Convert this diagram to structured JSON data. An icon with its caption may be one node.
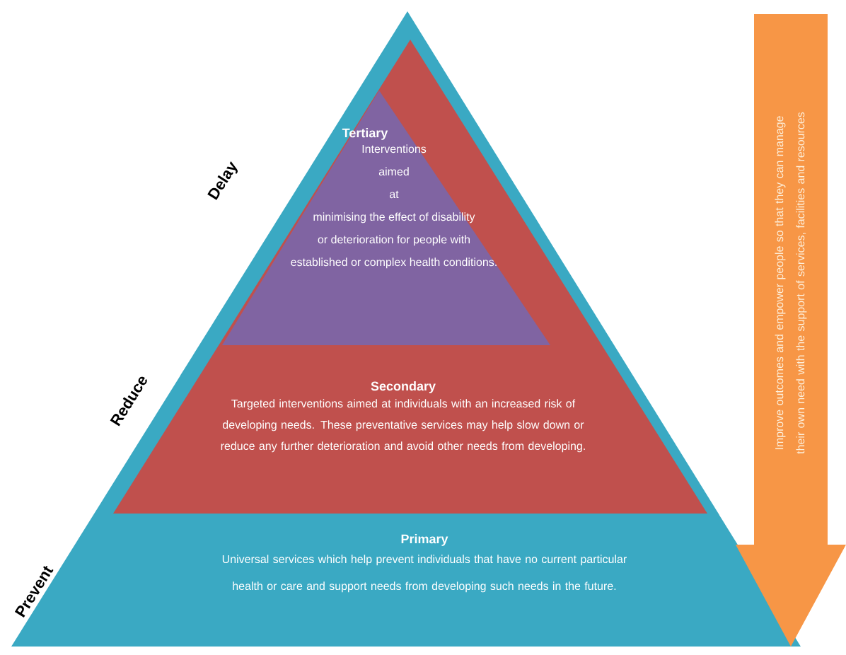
{
  "diagram": {
    "nodes": [
      {
        "text": [
          "Primary",
          "Universal services which help prevent individuals that have no current particular health or care and support needs from developing such needs in the future."
        ]
      },
      {
        "text": [
          "Secondary",
          "Targeted interventions aimed at individuals with an increased risk of developing needs. These preventative services may help slow down or reduce any further deterioration and avoid other needs from developing."
        ],
        "in": 0
      },
      {
        "text": [
          "Tertiary",
          "Interventions aimed at minimising the effect of disability or deterioration for people with established or complex health conditions."
        ],
        "in": 1
      },
      {
        "text": [
          "Improve outcomes and empower people so that they can manage their own need with the support of services, facilities and resources"
        ]
      }
    ],
    "labels": [
      "Delay",
      "Reduce",
      "Prevent"
    ]
  }
}
